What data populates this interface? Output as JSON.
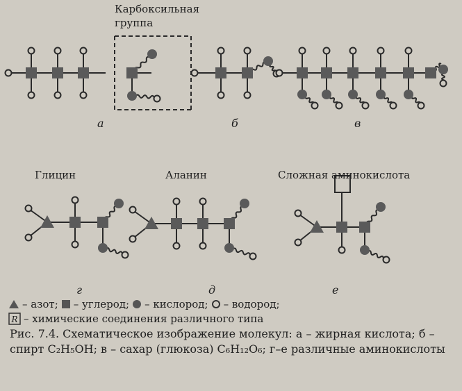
{
  "labels": {
    "carboxyl": [
      "Карбоксильная",
      "группа"
    ],
    "glycine": "Глицин",
    "alanine": "Аланин",
    "complex": "Сложная аминокислота",
    "R": "R"
  },
  "panels": [
    "а",
    "б",
    "в",
    "г",
    "д",
    "е"
  ],
  "legend": {
    "line1": {
      "nitrogen": "– азот;",
      "carbon": "– углерод;",
      "oxygen": "– кислород;",
      "hydrogen": "– водород;"
    },
    "line2": "– химические соединения различного типа"
  },
  "caption": "Рис. 7.4. Схематическое изображение молекул: а – жирная кислота; б – спирт C₂H₅OH; в – сахар (глюкоза) C₆H₁₂O₆; г–е различные аминокислоты"
}
